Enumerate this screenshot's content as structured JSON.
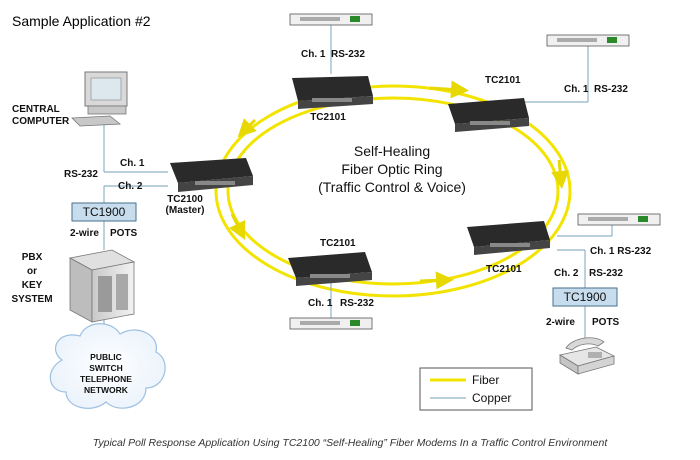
{
  "title": "Sample Application #2",
  "ring": {
    "line1": "Self-Healing",
    "line2": "Fiber Optic Ring",
    "line3": "(Traffic Control & Voice)"
  },
  "central": {
    "line1": "CENTRAL",
    "line2": "COMPUTER"
  },
  "master": {
    "model": "TC2100",
    "role": "(Master)"
  },
  "nodes": {
    "top": "TC2101",
    "right": "TC2101",
    "lower_right": "TC2101",
    "bottom": "TC2101"
  },
  "links": {
    "ch1": "Ch. 1",
    "ch2": "Ch. 2",
    "rs232": "RS-232",
    "ch1_rs232": "Ch. 1  RS-232",
    "two_wire": "2-wire",
    "pots": "POTS"
  },
  "tc1900": {
    "left": "TC1900",
    "right": "TC1900"
  },
  "pbx": {
    "line1": "PBX",
    "line2": "or",
    "line3": "KEY",
    "line4": "SYSTEM"
  },
  "pstn": {
    "line1": "PUBLIC",
    "line2": "SWITCH",
    "line3": "TELEPHONE",
    "line4": "NETWORK"
  },
  "legend": {
    "fiber": "Fiber",
    "copper": "Copper"
  },
  "colors": {
    "fiber": "#f2e400",
    "copper": "#8fb3c8",
    "tc1900_fill": "#c7dced",
    "device": "#2a2a2a"
  },
  "caption": "Typical Poll Response Application Using TC2100 “Self-Healing” Fiber Modems In a Traffic Control Environment"
}
